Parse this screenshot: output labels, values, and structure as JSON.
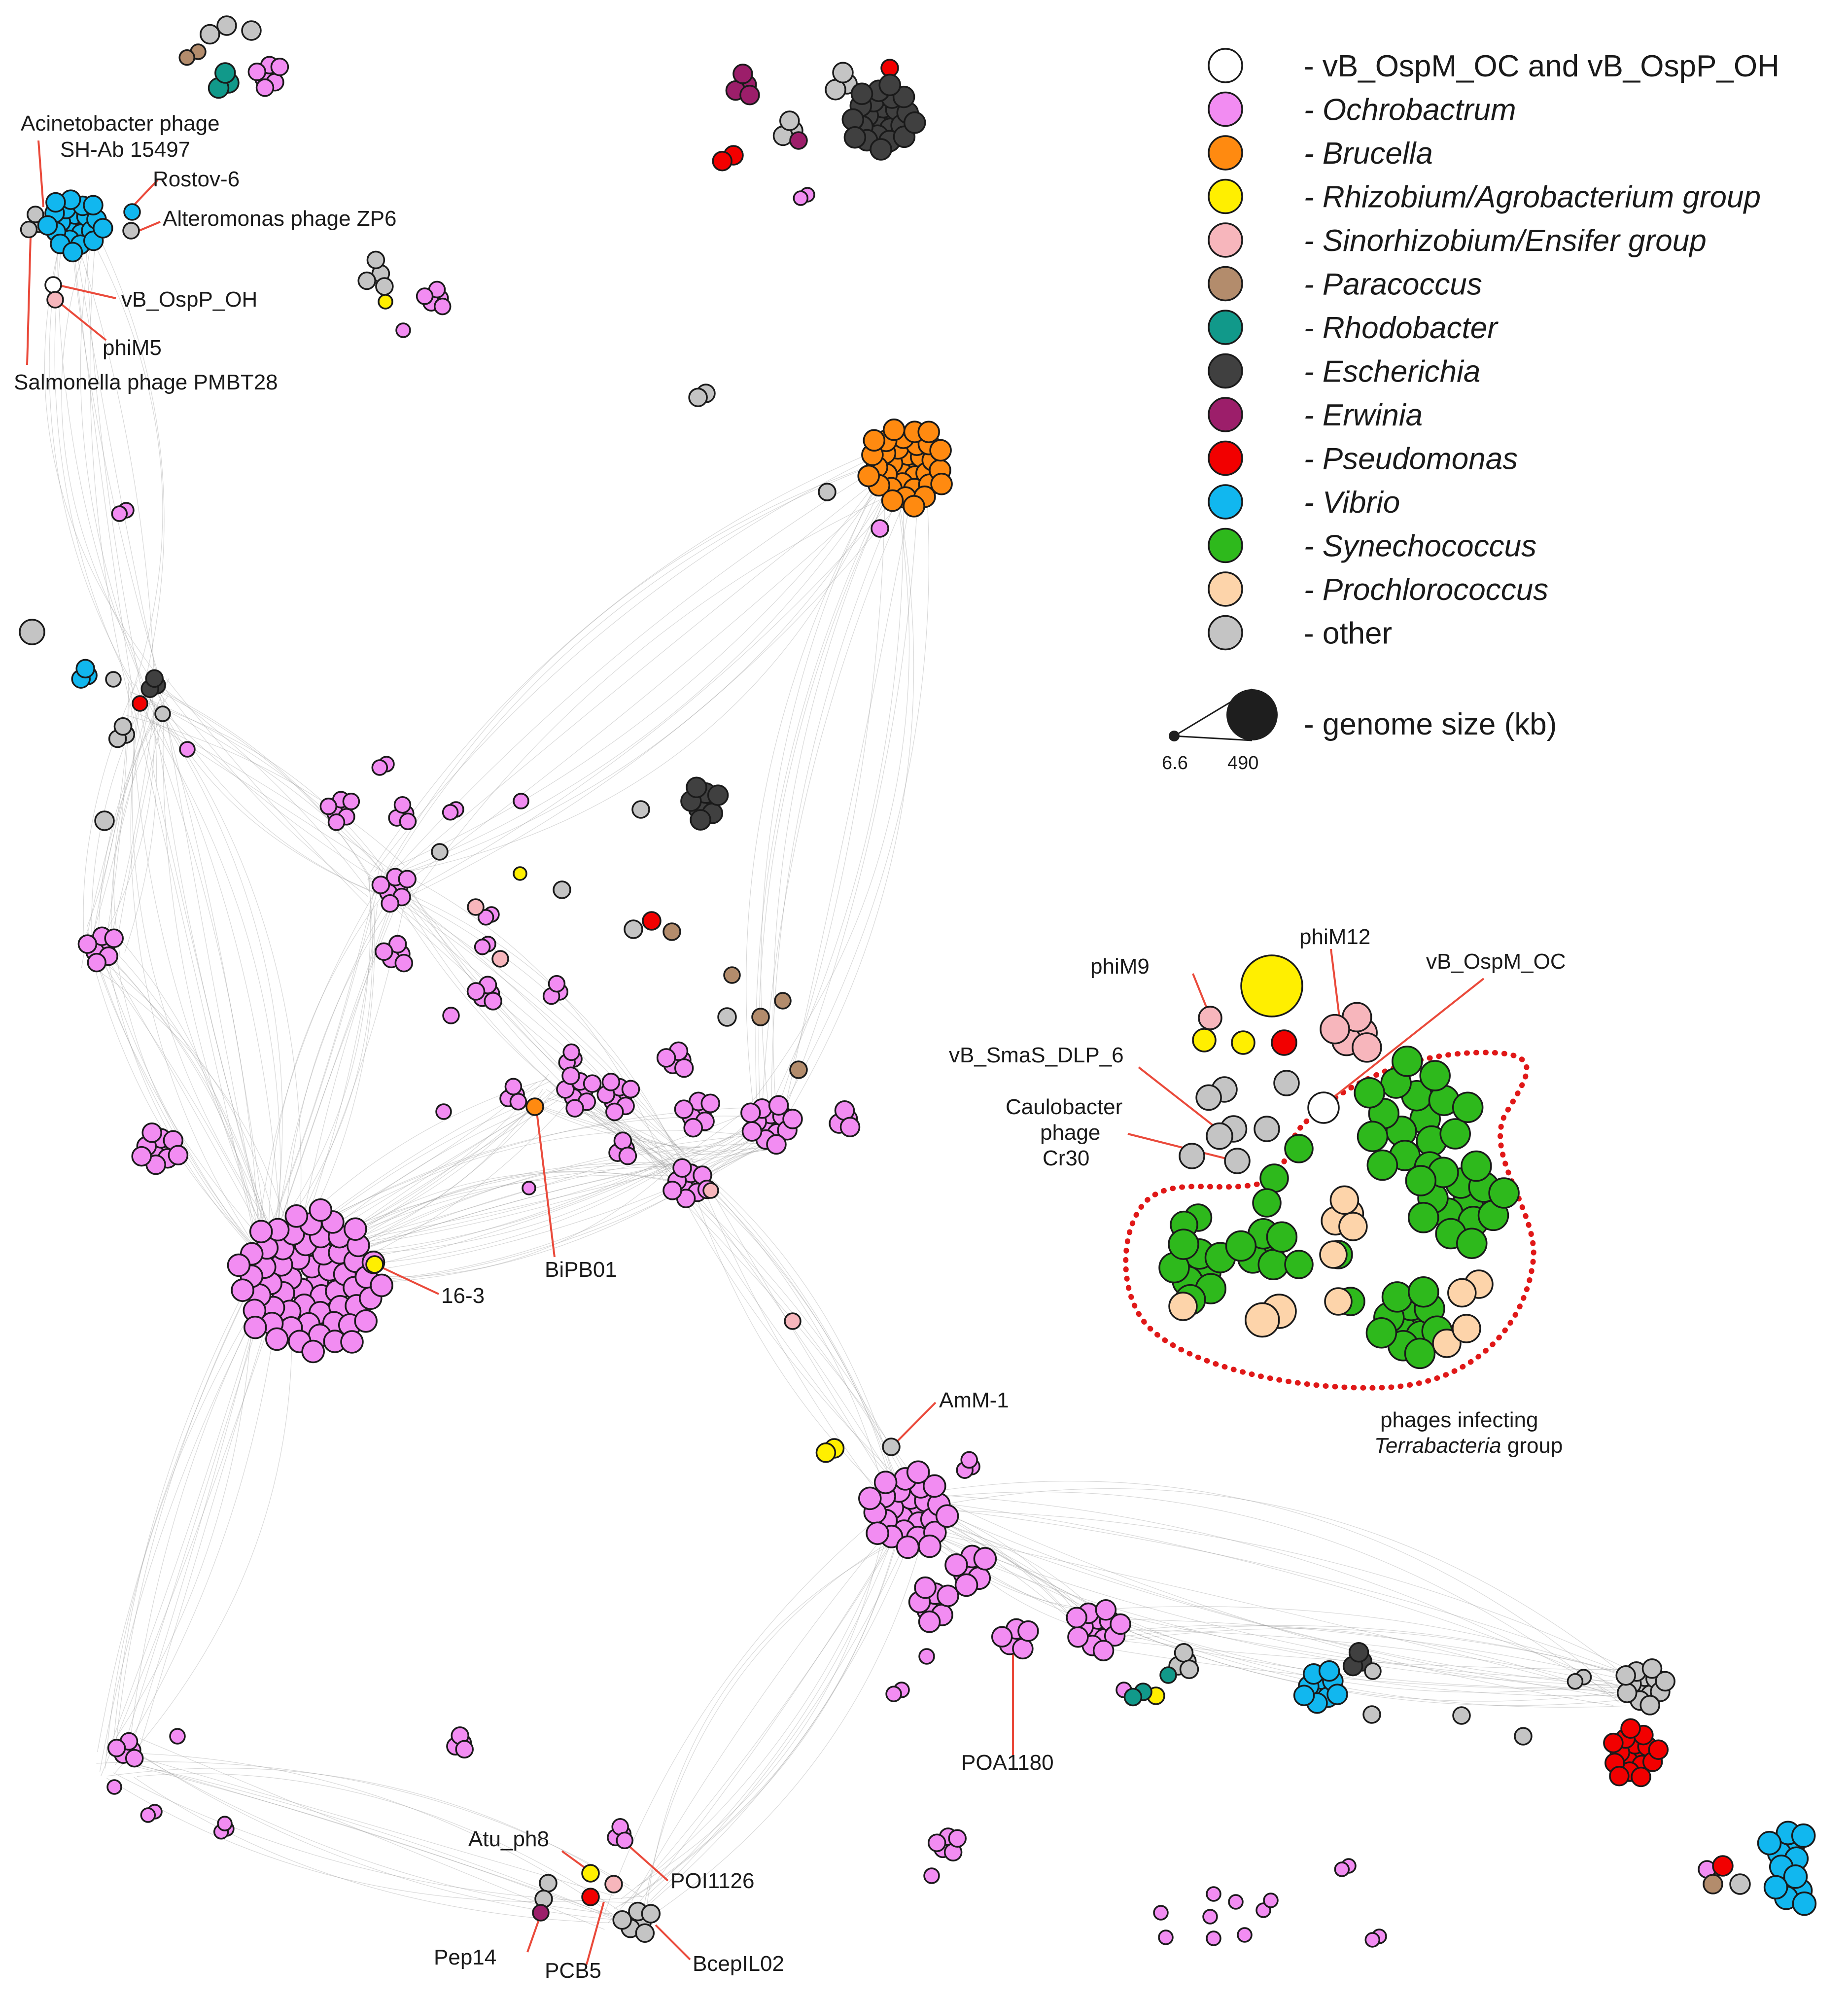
{
  "colors": {
    "isolates": "#ffffff",
    "ochrobactrum": "#f28cf2",
    "brucella": "#ff8a10",
    "rhizobium": "#ffef00",
    "sinorhizobium": "#f7b6bc",
    "paracoccus": "#b38c6c",
    "rhodobacter": "#11998a",
    "escherichia": "#404040",
    "erwinia": "#9c1e6a",
    "pseudomonas": "#f20000",
    "vibrio": "#11b7ef",
    "synechococcus": "#2eb91c",
    "prochlorococcus": "#fdd4aa",
    "other": "#c4c4c4",
    "genome": "#1e1e1e",
    "edge": "#8f8f8f",
    "leader": "#ea4a3b",
    "hull": "#e01818"
  },
  "legend": {
    "items": [
      {
        "text": "- vB_OspM_OC and vB_OspP_OH",
        "italic": false,
        "color_key": "isolates"
      },
      {
        "text": "- Ochrobactrum",
        "italic": true,
        "color_key": "ochrobactrum"
      },
      {
        "text": "- Brucella",
        "italic": true,
        "color_key": "brucella"
      },
      {
        "text": "- Rhizobium/Agrobacterium group",
        "italic": true,
        "color_key": "rhizobium"
      },
      {
        "text": "- Sinorhizobium/Ensifer group",
        "italic": true,
        "color_key": "sinorhizobium"
      },
      {
        "text": "- Paracoccus",
        "italic": true,
        "color_key": "paracoccus"
      },
      {
        "text": "- Rhodobacter",
        "italic": true,
        "color_key": "rhodobacter"
      },
      {
        "text": "- Escherichia",
        "italic": true,
        "color_key": "escherichia"
      },
      {
        "text": "- Erwinia",
        "italic": true,
        "color_key": "erwinia"
      },
      {
        "text": "- Pseudomonas",
        "italic": true,
        "color_key": "pseudomonas"
      },
      {
        "text": "- Vibrio",
        "italic": true,
        "color_key": "vibrio"
      },
      {
        "text": "- Synechococcus",
        "italic": true,
        "color_key": "synechococcus"
      },
      {
        "text": "- Prochlorococcus",
        "italic": true,
        "color_key": "prochlorococcus"
      },
      {
        "text": "- other",
        "italic": false,
        "color_key": "other"
      }
    ],
    "genome_size": {
      "text": "- genome size (kb)",
      "min_label": "6.6",
      "max_label": "490",
      "min_kb": 6.6,
      "max_kb": 490
    }
  },
  "labels": {
    "acinetobacter_1": "Acinetobacter phage",
    "acinetobacter_2": "SH-Ab 15497",
    "rostov": "Rostov-6",
    "alteromonas": "Alteromonas phage ZP6",
    "ospp_oh": "vB_OspP_OH",
    "phim5": "phiM5",
    "salmonella": "Salmonella phage PMBT28",
    "phim9": "phiM9",
    "phim12": "phiM12",
    "ospm_oc": "vB_OspM_OC",
    "smas": "vB_SmaS_DLP_6",
    "caulo_1": "Caulobacter",
    "caulo_2": "phage",
    "caulo_3": "Cr30",
    "bipb01": "BiPB01",
    "l163": "16-3",
    "amm1": "AmM-1",
    "poa1180": "POA1180",
    "terra_1": "phages infecting",
    "terra_2": "Terrabacteria",
    "terra_3": " group",
    "atu": "Atu_ph8",
    "poi1126": "POI1126",
    "pep14": "Pep14",
    "pcb5": "PCB5",
    "bcepil02": "BcepIL02"
  }
}
